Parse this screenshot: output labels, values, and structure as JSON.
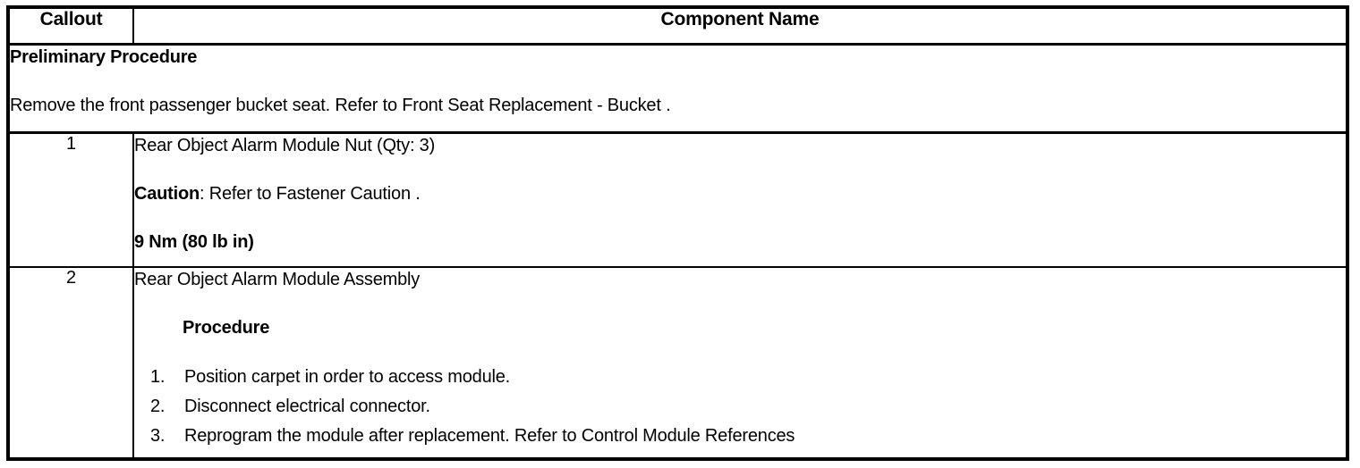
{
  "table": {
    "headers": {
      "callout": "Callout",
      "component_name": "Component Name"
    },
    "preliminary": {
      "title": "Preliminary Procedure",
      "body": "Remove the front passenger bucket seat. Refer to Front Seat Replacement - Bucket ."
    },
    "rows": [
      {
        "callout": "1",
        "name": "Rear Object Alarm Module Nut (Qty: 3)",
        "caution_label": "Caution",
        "caution_text": ": Refer to Fastener Caution .",
        "torque": "9 Nm (80 lb in)"
      },
      {
        "callout": "2",
        "name": "Rear Object Alarm Module Assembly",
        "procedure_heading": "Procedure",
        "steps": [
          {
            "num": "1.",
            "text": "Position carpet in order to access module."
          },
          {
            "num": "2.",
            "text": "Disconnect electrical connector."
          },
          {
            "num": "3.",
            "text": "Reprogram the module after replacement. Refer to Control Module References"
          }
        ]
      }
    ]
  }
}
